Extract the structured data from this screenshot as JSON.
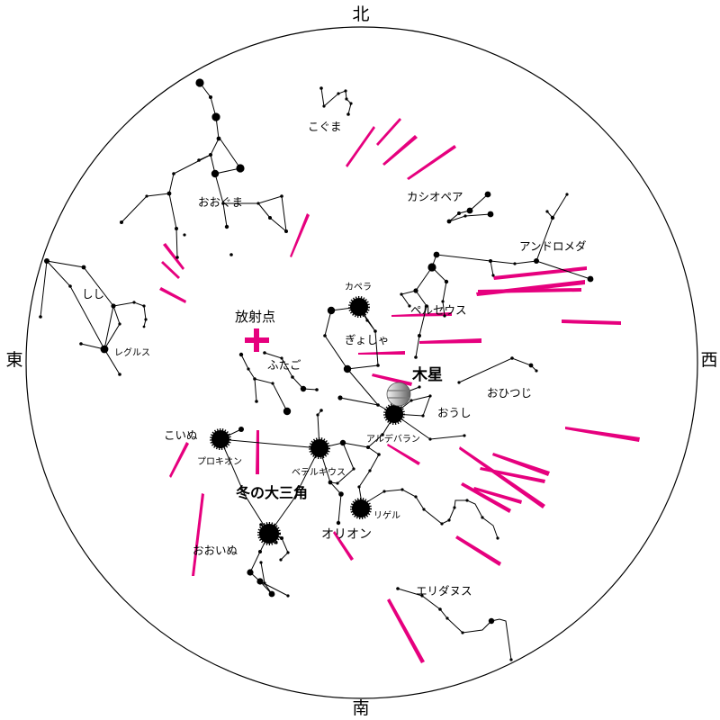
{
  "directions": {
    "north": "北",
    "south": "南",
    "east": "東",
    "west": "西"
  },
  "radiant": {
    "label": "放射点",
    "color": "#e6007e"
  },
  "jupiter": {
    "label": "木星"
  },
  "asterism": {
    "label": "冬の大三角"
  },
  "constellations": {
    "kogumа": "こぐま",
    "oogumа": "おおぐま",
    "cassiopeia": "カシオペア",
    "andromeda": "アンドロメダ",
    "perseus": "ペルセウス",
    "auriga": "ぎょしゃ",
    "leo": "しし",
    "gemini": "ふたご",
    "aries": "おひつじ",
    "taurus": "おうし",
    "canis_minor": "こいぬ",
    "orion": "オリオン",
    "canis_major": "おおいぬ",
    "eridanus": "エリダヌス"
  },
  "bright_stars": {
    "capella": "カペラ",
    "regulus": "レグルス",
    "aldebaran": "アルデバラン",
    "procyon": "プロキオン",
    "betelgeuse": "ベテルギウス",
    "rigel": "リゲル"
  },
  "colors": {
    "meteor": "#e6007e",
    "lines": "#000000",
    "background": "#ffffff"
  }
}
